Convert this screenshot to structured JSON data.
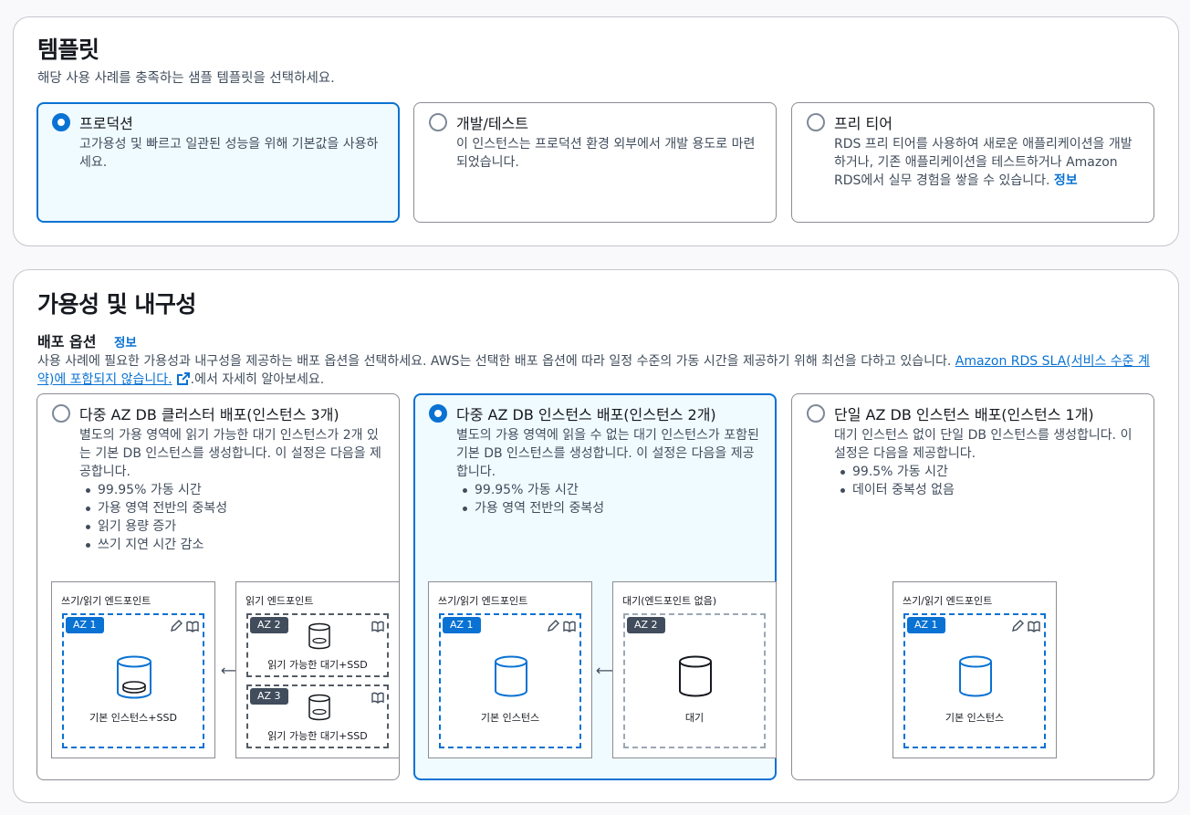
{
  "templates": {
    "title": "템플릿",
    "description": "해당 사용 사례를 충족하는 샘플 템플릿을 선택하세요.",
    "options": [
      {
        "title": "프로덕션",
        "description": "고가용성 및 빠르고 일관된 성능을 위해 기본값을 사용하세요.",
        "selected": true
      },
      {
        "title": "개발/테스트",
        "description": "이 인스턴스는 프로덕션 환경 외부에서 개발 용도로 마련되었습니다.",
        "selected": false
      },
      {
        "title": "프리 티어",
        "description": "RDS 프리 티어를 사용하여 새로운 애플리케이션을 개발하거나, 기존 애플리케이션을 테스트하거나 Amazon RDS에서 실무 경험을 쌓을 수 있습니다.",
        "info_link": "정보",
        "selected": false
      }
    ]
  },
  "availability": {
    "title": "가용성 및 내구성",
    "deployment_label": "배포 옵션",
    "info_link": "정보",
    "description_before": "사용 사례에 필요한 가용성과 내구성을 제공하는 배포 옵션을 선택하세요. AWS는 선택한 배포 옵션에 따라 일정 수준의 가동 시간을 제공하기 위해 최선을 다하고 있습니다. ",
    "sla_link": "Amazon RDS SLA(서비스 수준 계약)에 포함되지 않습니다.",
    "description_after": ".에서 자세히 알아보세요.",
    "options": [
      {
        "title": "다중 AZ DB 클러스터 배포(인스턴스 3개)",
        "description": "별도의 가용 영역에 읽기 가능한 대기 인스턴스가 2개 있는 기본 DB 인스턴스를 생성합니다. 이 설정은 다음을 제공합니다.",
        "bullets": [
          "99.95% 가동 시간",
          "가용 영역 전반의 중복성",
          "읽기 용량 증가",
          "쓰기 지연 시간 감소"
        ],
        "selected": false
      },
      {
        "title": "다중 AZ DB 인스턴스 배포(인스턴스 2개)",
        "description": "별도의 가용 영역에 읽을 수 없는 대기 인스턴스가 포함된 기본 DB 인스턴스를 생성합니다. 이 설정은 다음을 제공합니다.",
        "bullets": [
          "99.95% 가동 시간",
          "가용 영역 전반의 중복성"
        ],
        "selected": true
      },
      {
        "title": "단일 AZ DB 인스턴스 배포(인스턴스 1개)",
        "description": "대기 인스턴스 없이 단일 DB 인스턴스를 생성합니다. 이 설정은 다음을 제공합니다.",
        "bullets": [
          "99.5% 가동 시간",
          "데이터 중복성 없음"
        ],
        "selected": false
      }
    ]
  },
  "diagrams": {
    "rw_endpoint": "쓰기/읽기 엔드포인트",
    "read_endpoint": "읽기 엔드포인트",
    "standby_no_endpoint": "대기(엔드포인트 없음)",
    "az1": "AZ 1",
    "az2": "AZ 2",
    "az3": "AZ 3",
    "primary_ssd": "기본 인스턴스+SSD",
    "readable_standby_ssd": "읽기 가능한 대기+SSD",
    "primary": "기본 인스턴스",
    "standby": "대기"
  },
  "colors": {
    "accent": "#0972d3",
    "selected_bg": "#f0fbff",
    "border": "#8c8c94"
  }
}
